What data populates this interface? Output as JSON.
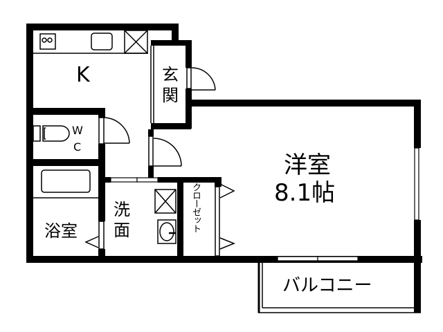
{
  "floorplan": {
    "rooms": {
      "kitchen": {
        "label": "K"
      },
      "entrance": {
        "line1": "玄",
        "line2": "関"
      },
      "wc": {
        "line1": "W",
        "line2": "C"
      },
      "western_room": {
        "name": "洋室",
        "size": "8.1帖"
      },
      "bath": {
        "label": "浴室"
      },
      "washroom": {
        "line1": "洗",
        "line2": "面"
      },
      "closet": {
        "label": "クローゼット"
      },
      "balcony": {
        "label": "バルコニー"
      }
    }
  }
}
